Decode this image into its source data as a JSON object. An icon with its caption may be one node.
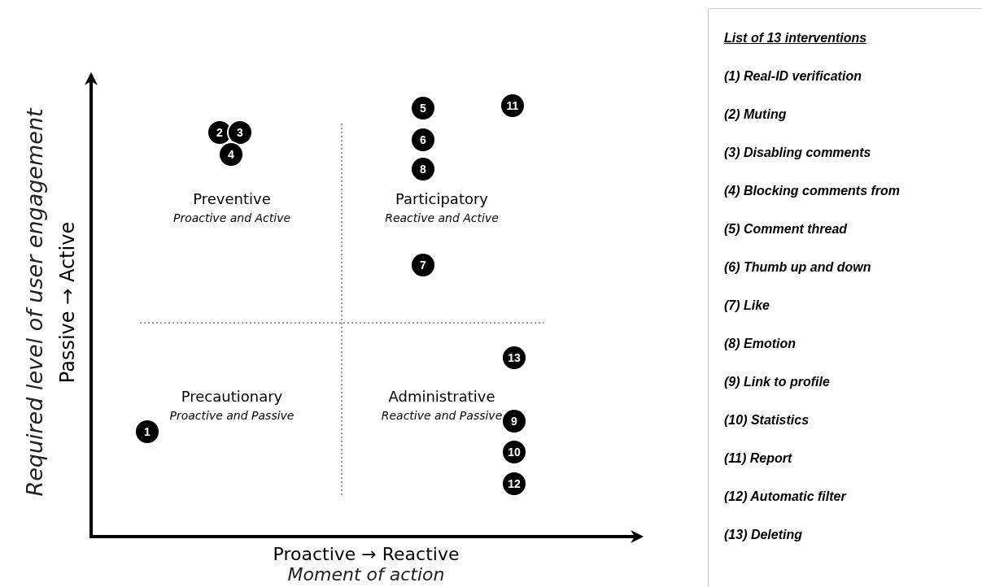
{
  "diagram": {
    "nodes": [
      {
        "text": [
          "1"
        ]
      },
      {
        "text": [
          "2"
        ]
      },
      {
        "text": [
          "3"
        ]
      },
      {
        "text": [
          "4"
        ]
      },
      {
        "text": [
          "5"
        ]
      },
      {
        "text": [
          "6"
        ]
      },
      {
        "text": [
          "7"
        ]
      },
      {
        "text": [
          "8"
        ]
      },
      {
        "text": [
          "9"
        ]
      },
      {
        "text": [
          "10"
        ]
      },
      {
        "text": [
          "11"
        ]
      },
      {
        "text": [
          "12"
        ]
      },
      {
        "text": [
          "13"
        ]
      },
      {
        "text": [
          "List of 13 interventions",
          "(1) Real-ID verification",
          "(2) Muting",
          "(3) Disabling comments",
          "(4) Blocking comments from",
          "(5) Comment thread",
          "(6) Thumb up and down",
          "(7) Like",
          "(8) Emotion",
          "(9) Link to profile",
          "(10) Statistics",
          "(11) Report",
          "(12) Automatic filter",
          "(13) Deleting"
        ]
      }
    ],
    "edges": [],
    "labels": [
      "Required level of user engagement",
      "Passive → Active",
      "Preventive",
      "Proactive and Active",
      "Participatory",
      "Reactive and Active",
      "Precautionary",
      "Proactive and Passive",
      "Administrative",
      "Reactive and Passive",
      "Proactive → Reactive",
      "Moment of action"
    ]
  }
}
